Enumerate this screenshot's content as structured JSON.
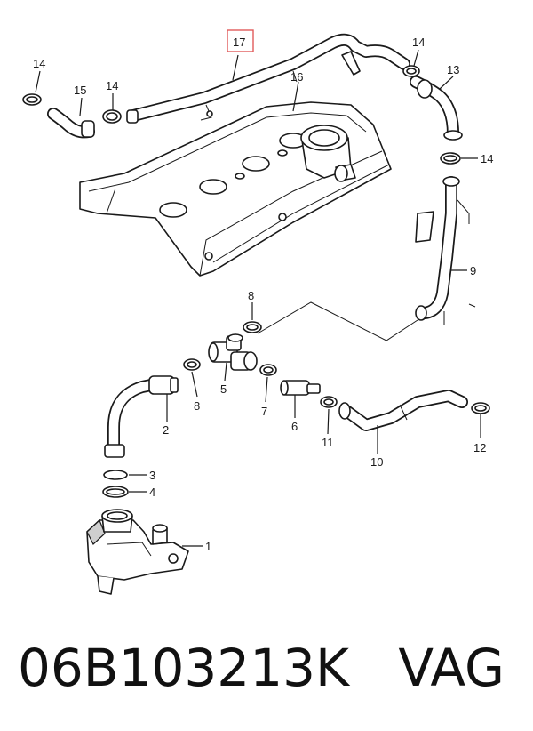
{
  "callouts": {
    "c1": "1",
    "c2": "2",
    "c3": "3",
    "c4": "4",
    "c5": "5",
    "c6": "6",
    "c7": "7",
    "c8a": "8",
    "c8b": "8",
    "c9": "9",
    "c10": "10",
    "c11": "11",
    "c12": "12",
    "c13": "13",
    "c14a": "14",
    "c14b": "14",
    "c14c": "14",
    "c14d": "14",
    "c15": "15",
    "c16": "16",
    "c17": "17"
  },
  "highlight_color": "#e05a5a",
  "footer": {
    "part_number": "06B103213K",
    "brand": "VAG"
  }
}
